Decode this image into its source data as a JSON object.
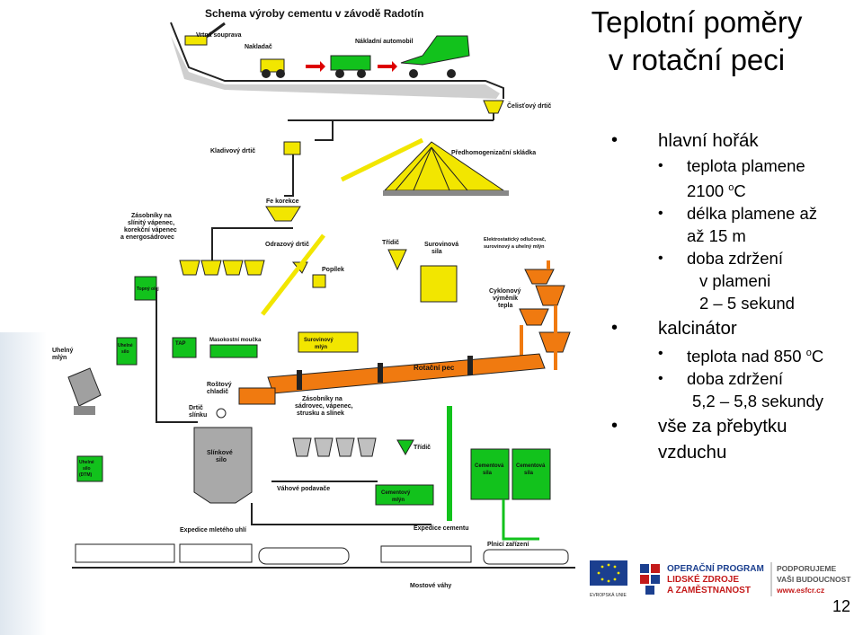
{
  "slide": {
    "title_line1": "Teplotní poměry",
    "title_line2": "v rotační peci",
    "page_number": "12"
  },
  "bullets": {
    "burner": {
      "label": "hlavní hořák",
      "flame_temp_label": "teplota plamene",
      "flame_temp_value": "2100",
      "flame_temp_unit_sup": "o",
      "flame_temp_unit": "C",
      "flame_length_1": "délka plamene až",
      "flame_length_2": "až 15 m",
      "dwell_1": "doba zdržení",
      "dwell_2": "v plameni",
      "dwell_3": "2 – 5 sekund"
    },
    "calciner": {
      "label": "kalcinátor",
      "temp_label": "teplota nad 850",
      "temp_sup": "o",
      "temp_unit": "C",
      "dwell_1": "doba zdržení",
      "dwell_2": "5,2 – 5,8 sekundy"
    },
    "excess_1": "vše za přebytku",
    "excess_2": "vzduchu"
  },
  "diagram": {
    "title": "Schema výroby cementu v závodě Radotín",
    "labels": {
      "vrtna": "Vrtná souprava",
      "nakladac": "Nakladač",
      "auto": "Nákladní automobil",
      "celist": "Čelisťový drtič",
      "kladivovy": "Kladivový drtič",
      "predhomog": "Předhomogenizační skládka",
      "fe_korekce": "Fe korekce",
      "zasobniky1_a": "Zásobníky na",
      "zasobniky1_b": "slínitý vápenec,",
      "zasobniky1_c": "korekční vápenec",
      "zasobniky1_d": "a energosádrovec",
      "odrazovy": "Odrazový drtič",
      "tridic1": "Třídič",
      "surovinova_a": "Surovinová",
      "surovinova_b": "sila",
      "elektro_a": "Elektrostatický odlučovač,",
      "elektro_b": "surovinový a uhelný mlýn",
      "topny_olej": "Topný olej",
      "popilek": "Popílek",
      "cyklon_a": "Cyklonový",
      "cyklon_b": "výměník",
      "cyklon_c": "tepla",
      "uhelny_a": "Uhelný",
      "uhelny_b": "mlýn",
      "uhelne_a": "Uhelné",
      "uhelne_b": "silo",
      "tap": "TAP",
      "masokostni": "Masokostní moučka",
      "surovinovy_mlyn_a": "Surovinový",
      "surovinovy_mlyn_b": "mlýn",
      "rotacni": "Rotační pec",
      "rostovy_a": "Roštový",
      "rostovy_b": "chladič",
      "drtic_slinku_a": "Drtič",
      "drtic_slinku_b": "slínku",
      "zasobniky2_a": "Zásobníky na",
      "zasobniky2_b": "sádrovec, vápenec,",
      "zasobniky2_c": "strusku a slínek",
      "slinkove_a": "Slínkové",
      "slinkove_b": "silo",
      "tridic2": "Třídič",
      "cementova1_a": "Cementová",
      "cementova1_b": "sila",
      "cementova2_a": "Cementová",
      "cementova2_b": "sila",
      "vahove": "Váhové podavače",
      "cementovy_mlyn_a": "Cementový",
      "cementovy_mlyn_b": "mlýn",
      "uhelne_silo_dtm_a": "Uhelné",
      "uhelne_silo_dtm_b": "silo",
      "uhelne_silo_dtm_c": "(DTM)",
      "expedice_uhli": "Expedice mletého uhlí",
      "expedice_cementu": "Expedice cementu",
      "plnici": "Plnicí zařízení",
      "mostove": "Mostové váhy"
    }
  },
  "logos": {
    "eu_caption": "EVROPSKÁ UNIE",
    "op_line1": "OPERAČNÍ PROGRAM",
    "op_line2": "LIDSKÉ ZDROJE",
    "op_line3": "A ZAMĚSTNANOST",
    "support_line1": "PODPORUJEME",
    "support_line2": "VAŠI BUDOUCNOST",
    "support_url": "www.esfcr.cz"
  },
  "colors": {
    "yellow": "#f2e600",
    "orange": "#f07a10",
    "green": "#12c21c",
    "dark": "#1a1a1a",
    "gray_silo": "#a9a9a9",
    "blue_text": "#1b3f8f",
    "red_text": "#c41a1a"
  }
}
